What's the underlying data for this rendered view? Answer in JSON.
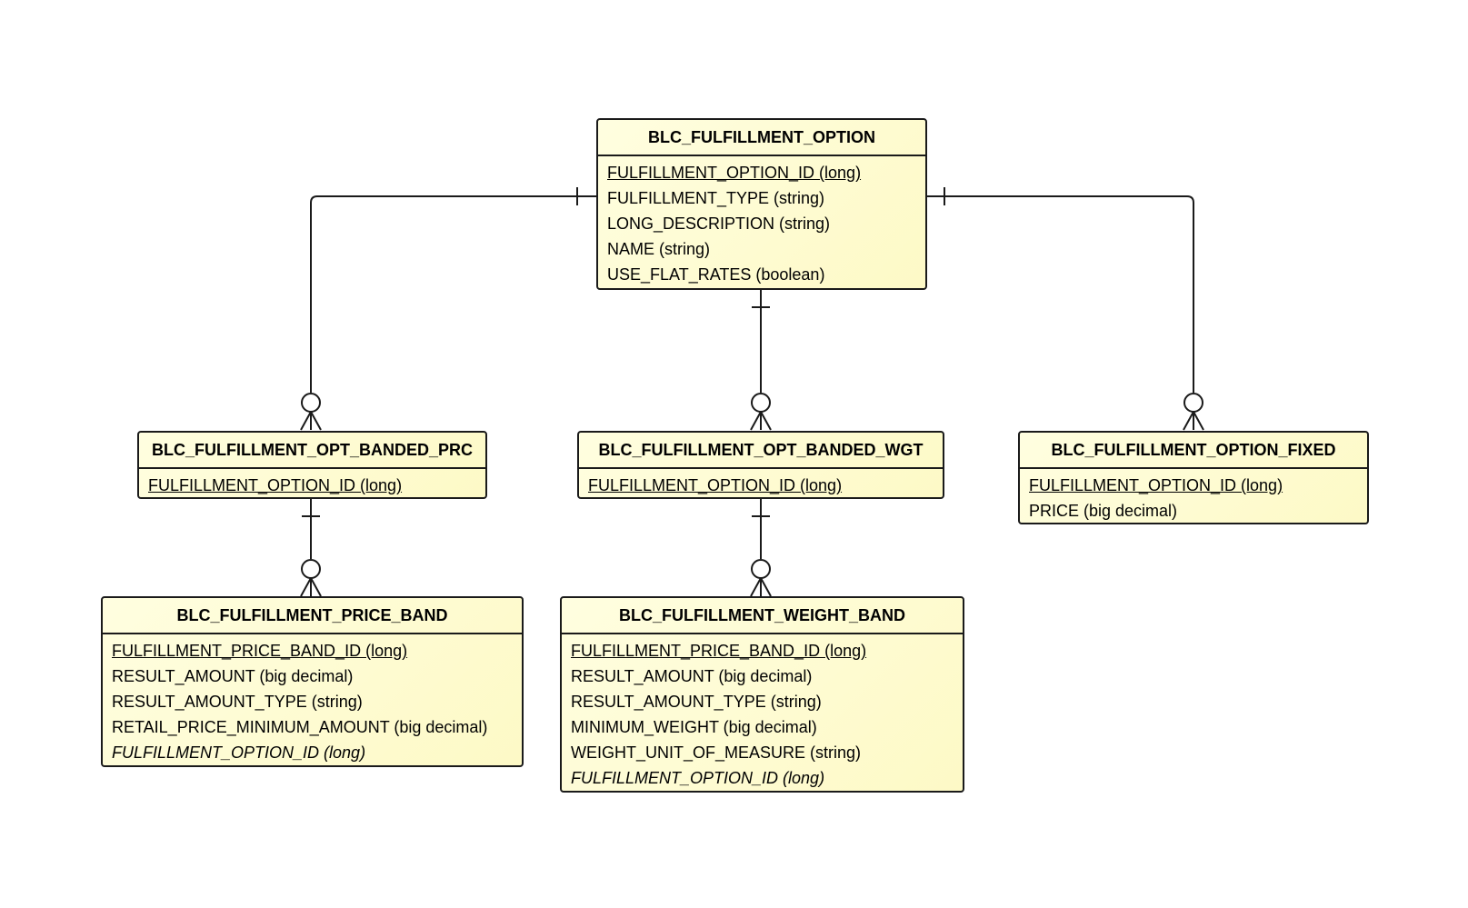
{
  "diagram": {
    "entities": [
      {
        "id": "option",
        "name": "BLC_FULFILLMENT_OPTION",
        "fields": [
          {
            "text": "FULFILLMENT_OPTION_ID (long)",
            "key": "pk"
          },
          {
            "text": "FULFILLMENT_TYPE (string)",
            "key": ""
          },
          {
            "text": "LONG_DESCRIPTION (string)",
            "key": ""
          },
          {
            "text": "NAME (string)",
            "key": ""
          },
          {
            "text": "USE_FLAT_RATES (boolean)",
            "key": ""
          }
        ]
      },
      {
        "id": "banded-prc",
        "name": "BLC_FULFILLMENT_OPT_BANDED_PRC",
        "fields": [
          {
            "text": "FULFILLMENT_OPTION_ID (long)",
            "key": "pk"
          }
        ]
      },
      {
        "id": "banded-wgt",
        "name": "BLC_FULFILLMENT_OPT_BANDED_WGT",
        "fields": [
          {
            "text": "FULFILLMENT_OPTION_ID (long)",
            "key": "pk"
          }
        ]
      },
      {
        "id": "option-fixed",
        "name": "BLC_FULFILLMENT_OPTION_FIXED",
        "fields": [
          {
            "text": "FULFILLMENT_OPTION_ID (long)",
            "key": "pk"
          },
          {
            "text": "PRICE (big decimal)",
            "key": ""
          }
        ]
      },
      {
        "id": "price-band",
        "name": "BLC_FULFILLMENT_PRICE_BAND",
        "fields": [
          {
            "text": "FULFILLMENT_PRICE_BAND_ID (long)",
            "key": "pk"
          },
          {
            "text": "RESULT_AMOUNT (big decimal)",
            "key": ""
          },
          {
            "text": "RESULT_AMOUNT_TYPE (string)",
            "key": ""
          },
          {
            "text": "RETAIL_PRICE_MINIMUM_AMOUNT (big decimal)",
            "key": ""
          },
          {
            "text": "FULFILLMENT_OPTION_ID (long)",
            "key": "fk"
          }
        ]
      },
      {
        "id": "weight-band",
        "name": "BLC_FULFILLMENT_WEIGHT_BAND",
        "fields": [
          {
            "text": "FULFILLMENT_PRICE_BAND_ID (long)",
            "key": "pk"
          },
          {
            "text": "RESULT_AMOUNT (big decimal)",
            "key": ""
          },
          {
            "text": "RESULT_AMOUNT_TYPE (string)",
            "key": ""
          },
          {
            "text": "MINIMUM_WEIGHT (big decimal)",
            "key": ""
          },
          {
            "text": "WEIGHT_UNIT_OF_MEASURE (string)",
            "key": ""
          },
          {
            "text": "FULFILLMENT_OPTION_ID (long)",
            "key": "fk"
          }
        ]
      }
    ],
    "relationships": [
      {
        "from": "option",
        "to": "banded-prc",
        "from_card": "one",
        "to_card": "zero-or-many"
      },
      {
        "from": "option",
        "to": "banded-wgt",
        "from_card": "one",
        "to_card": "zero-or-many"
      },
      {
        "from": "option",
        "to": "option-fixed",
        "from_card": "one",
        "to_card": "zero-or-many"
      },
      {
        "from": "banded-prc",
        "to": "price-band",
        "from_card": "one",
        "to_card": "zero-or-many"
      },
      {
        "from": "banded-wgt",
        "to": "weight-band",
        "from_card": "one",
        "to_card": "zero-or-many"
      }
    ]
  }
}
